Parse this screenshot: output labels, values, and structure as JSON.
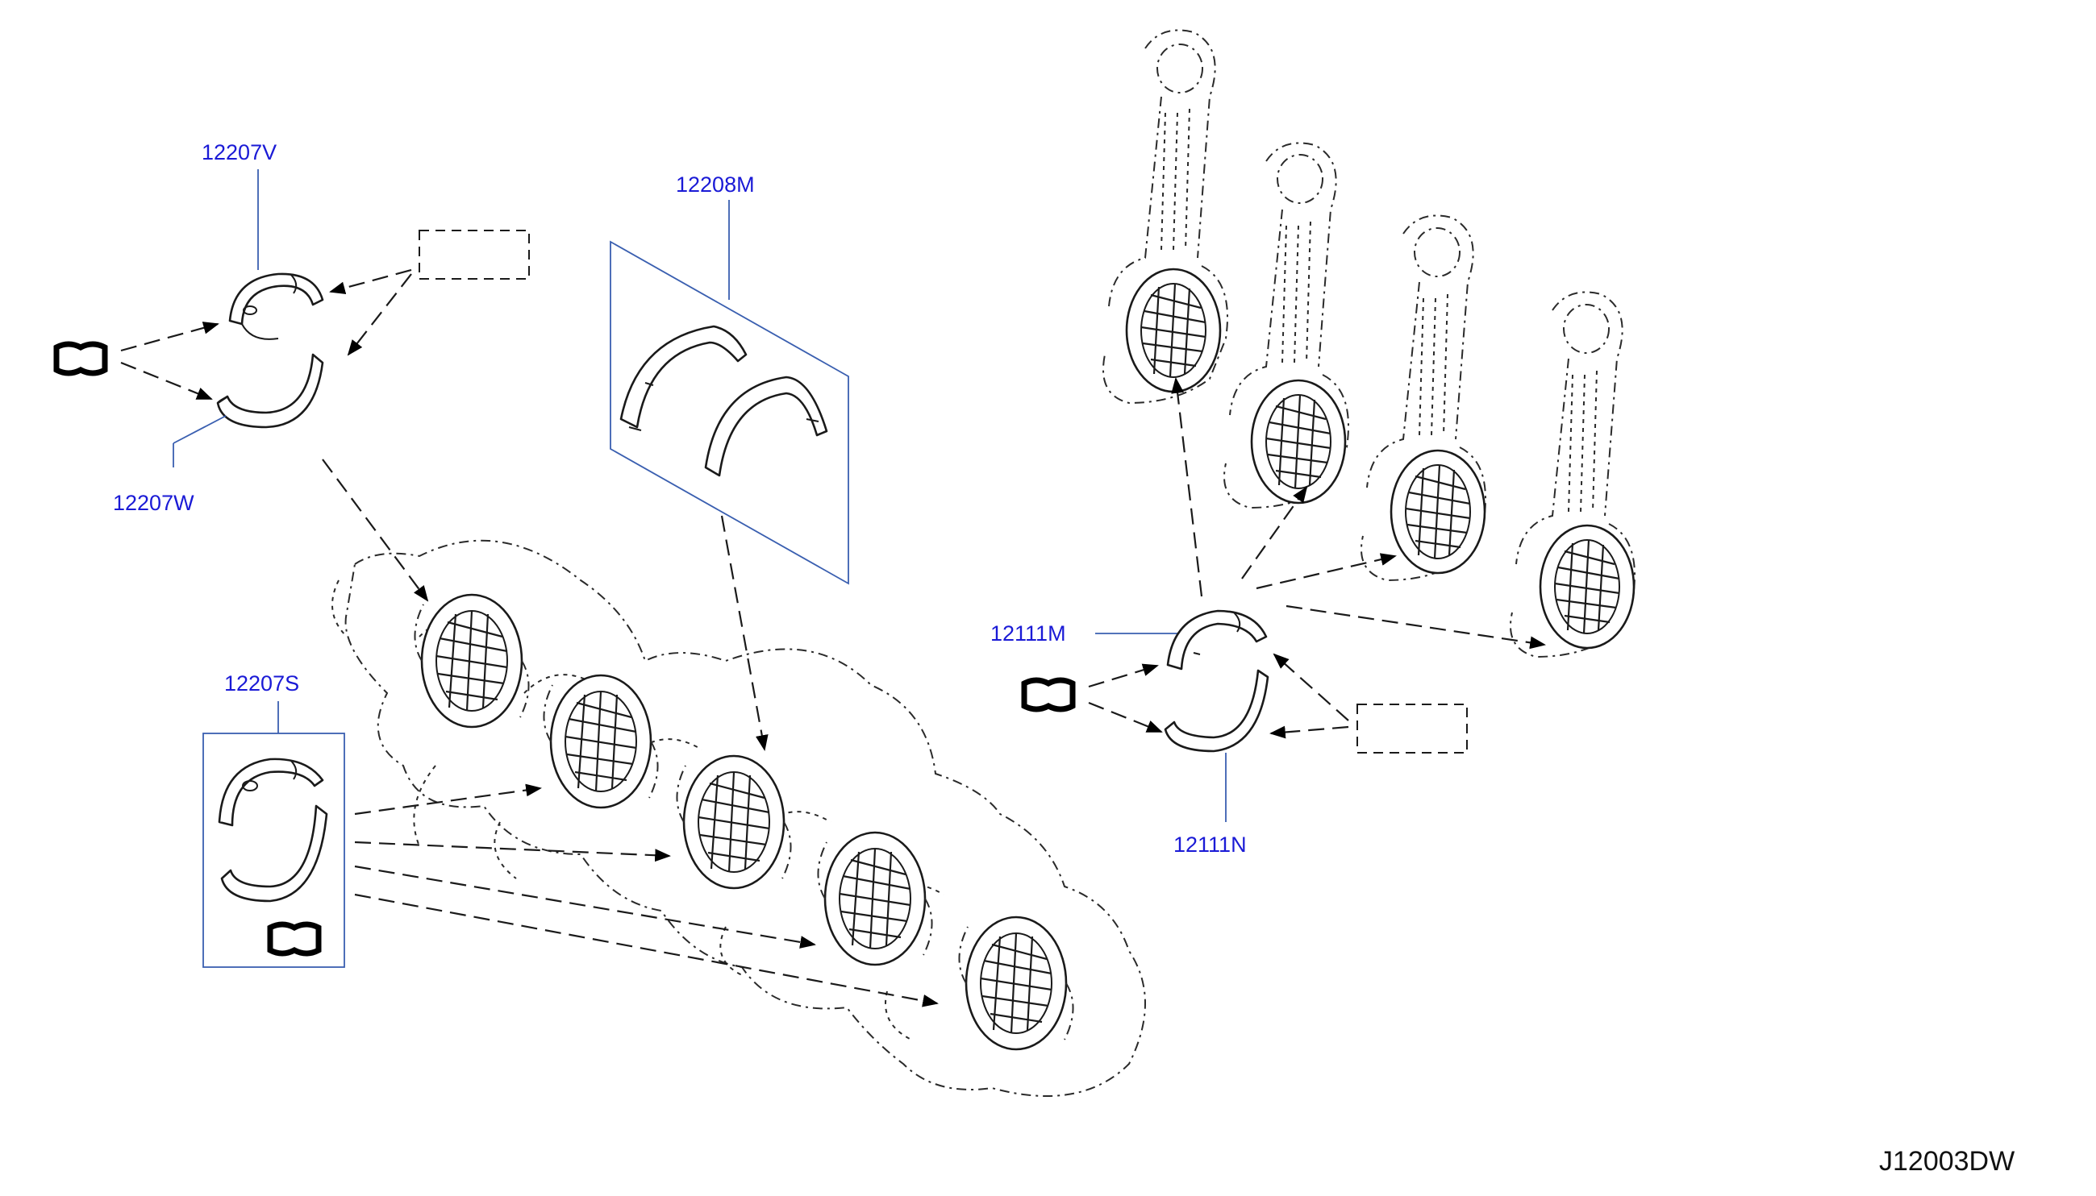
{
  "callouts": {
    "c12207V": "12207V",
    "c12207W": "12207W",
    "c12208M": "12208M",
    "c12207S": "12207S",
    "c12111M": "12111M",
    "c12111N": "12111N"
  },
  "diagram_code": "J12003DW",
  "colors": {
    "callout_text": "#1a1ad6",
    "leader_line": "#3a5fb0",
    "drawing": "#1a1a1a",
    "background": "#ffffff"
  },
  "icons": {
    "grade_symbol": "bearing-grade-mark-icon",
    "arrow": "dashed-arrow-icon"
  }
}
